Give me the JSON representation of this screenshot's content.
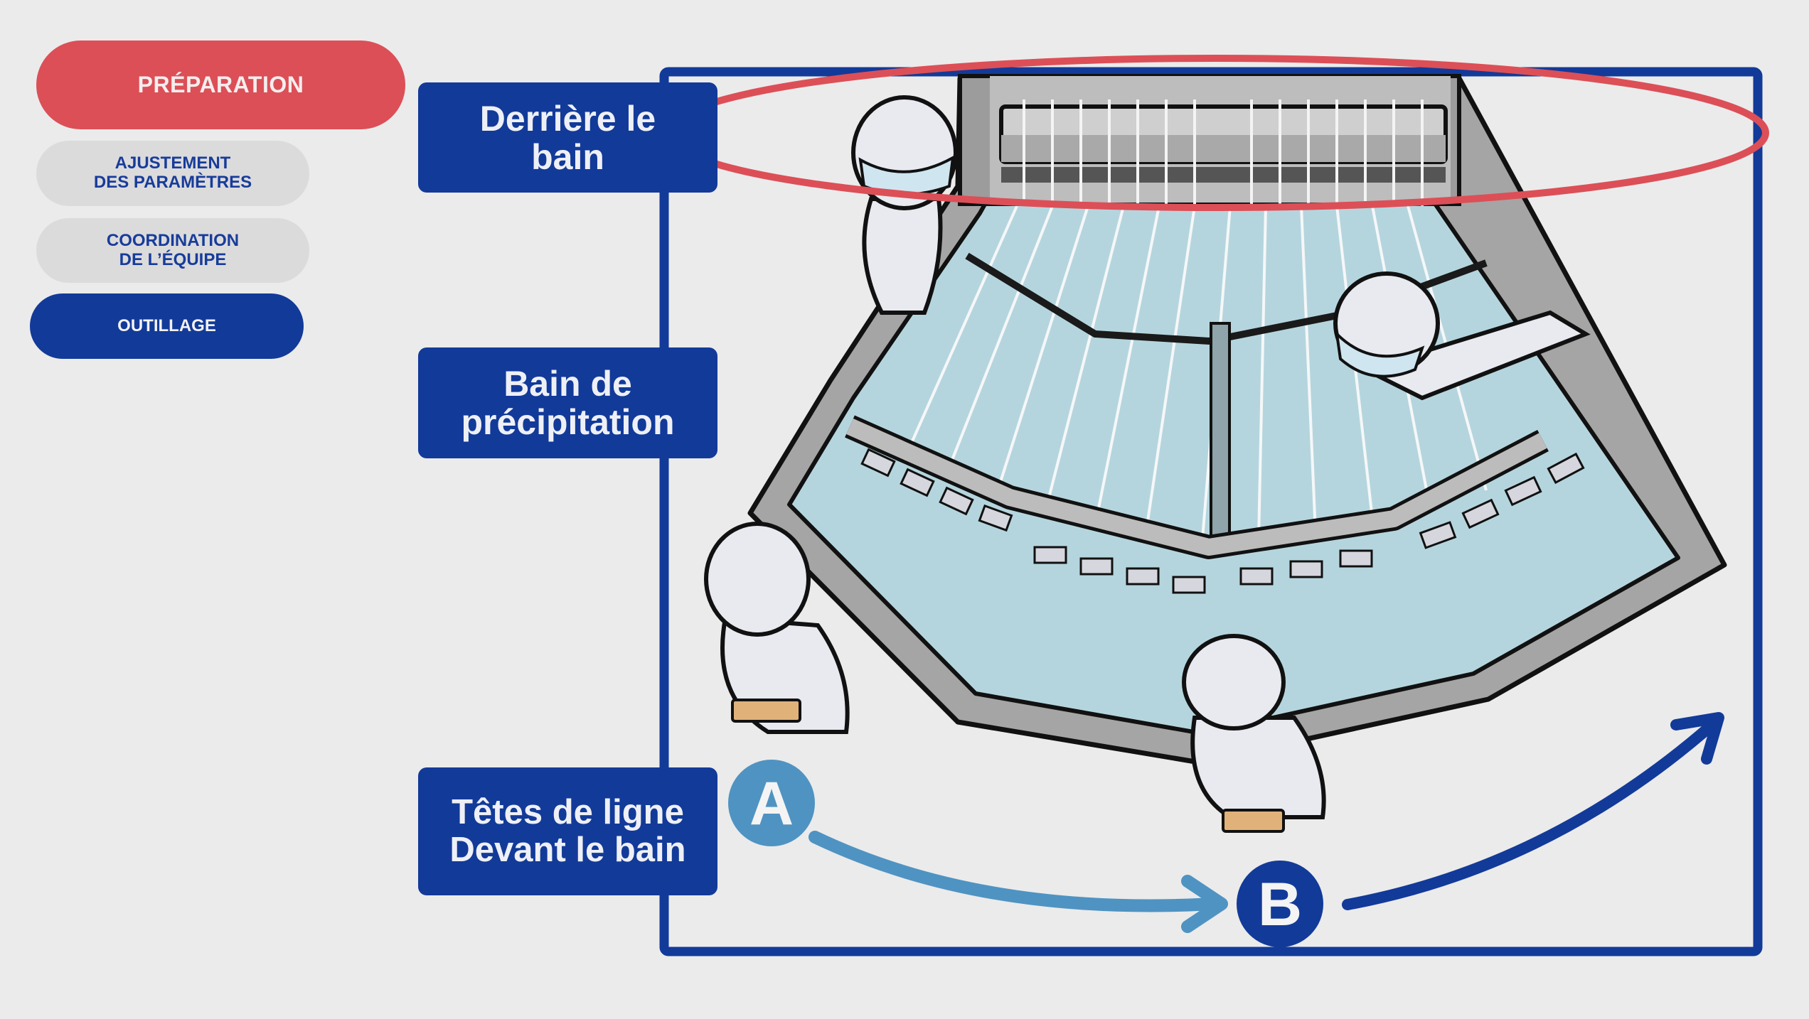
{
  "sidebar": {
    "items": [
      {
        "label": "PRÉPARATION",
        "state": "active",
        "color": "#dc4f57"
      },
      {
        "label": "AJUSTEMENT\nDES PARAMÈTRES",
        "state": "inactive",
        "color": "#dcdbdc"
      },
      {
        "label": "COORDINATION\nDE L’ÉQUIPE",
        "state": "inactive",
        "color": "#dcdbdc"
      },
      {
        "label": "OUTILLAGE",
        "state": "highlighted",
        "color": "#123a99"
      }
    ]
  },
  "zones": [
    {
      "label": "Derrière le\nbain",
      "highlighted": true
    },
    {
      "label": "Bain de\nprécipitation",
      "highlighted": false
    },
    {
      "label": "Têtes de ligne\nDevant le bain",
      "highlighted": false
    }
  ],
  "markers": {
    "start": {
      "letter": "A",
      "color": "#4f93c2"
    },
    "end": {
      "letter": "B",
      "color": "#123a99"
    }
  },
  "illustration": {
    "icon": "spinning-bath-workers-illustration",
    "highlight_color": "#dc4f57",
    "frame_color": "#123a99",
    "water_color": "#b5d5de",
    "wall_color": "#a5a5a5"
  }
}
